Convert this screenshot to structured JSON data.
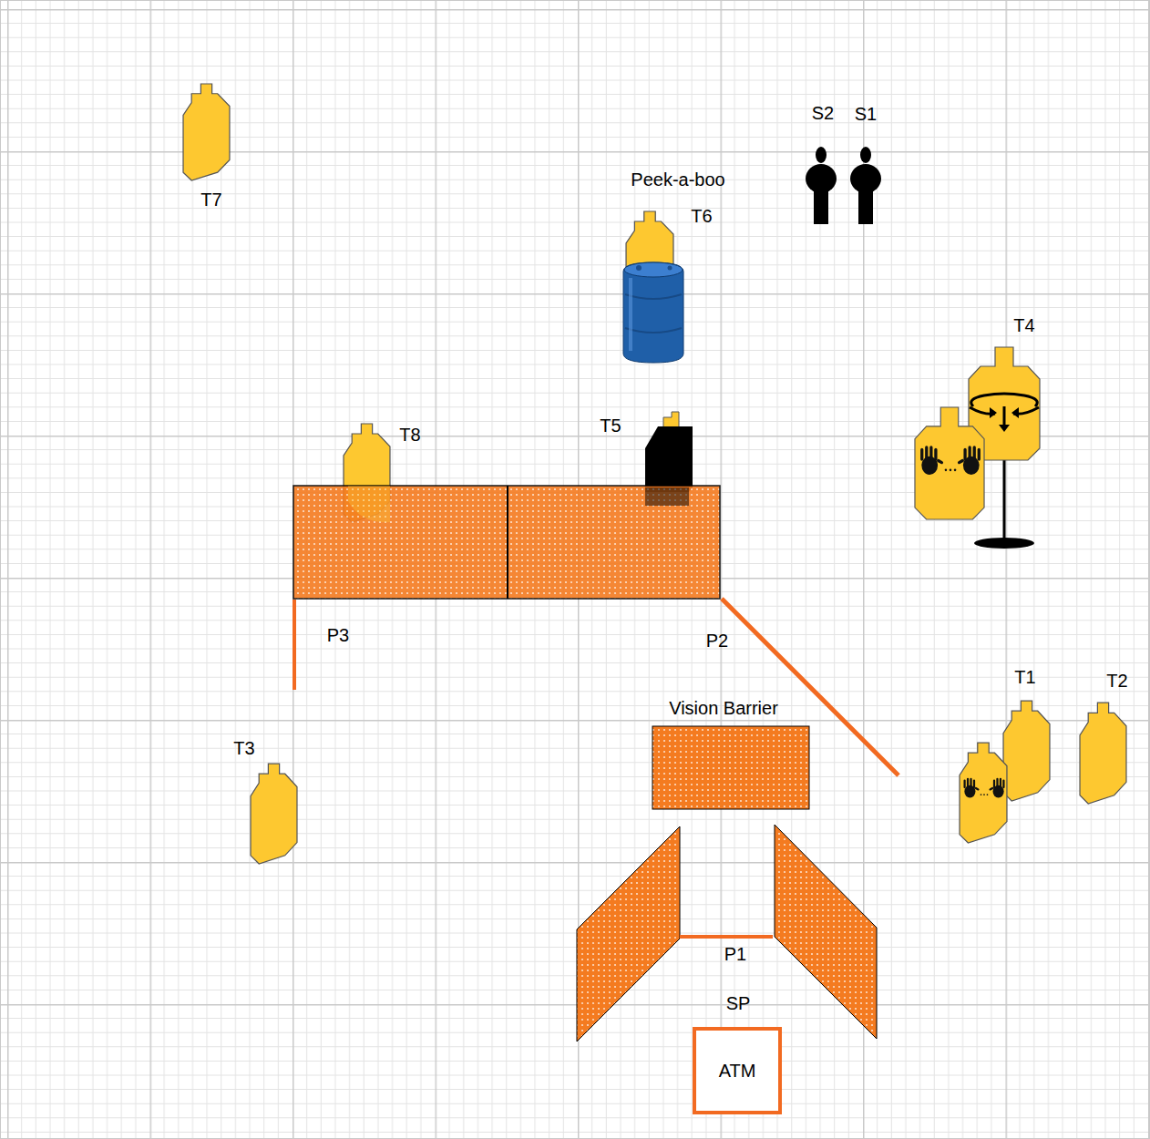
{
  "diagram": {
    "nodes": [
      {
        "text": [
          "ATM"
        ]
      }
    ],
    "labels": [
      "S2",
      "S1",
      "Peek-a-boo",
      "T7",
      "T6",
      "T4",
      "T5",
      "T8",
      "P3",
      "P2",
      "T1",
      "T2",
      "Vision Barrier",
      "T3",
      "P1",
      "SP"
    ]
  }
}
